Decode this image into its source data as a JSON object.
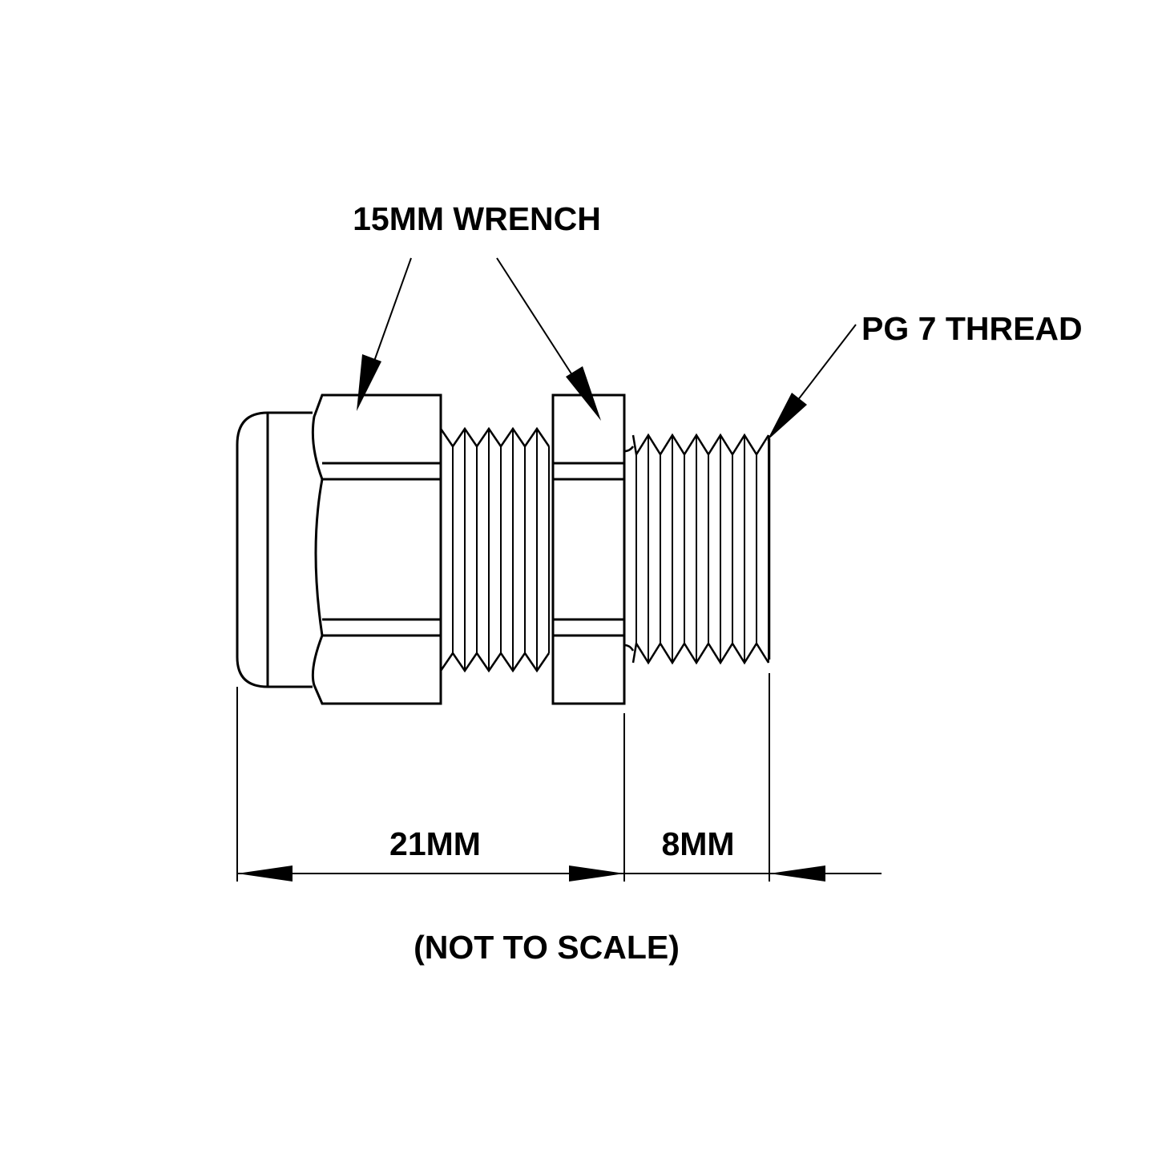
{
  "labels": {
    "wrench": "15MM WRENCH",
    "thread": "PG 7 THREAD",
    "dim_body": "21MM",
    "dim_thread": "8MM",
    "note": "(NOT TO SCALE)"
  },
  "colors": {
    "line": "#000000",
    "background": "#ffffff"
  }
}
